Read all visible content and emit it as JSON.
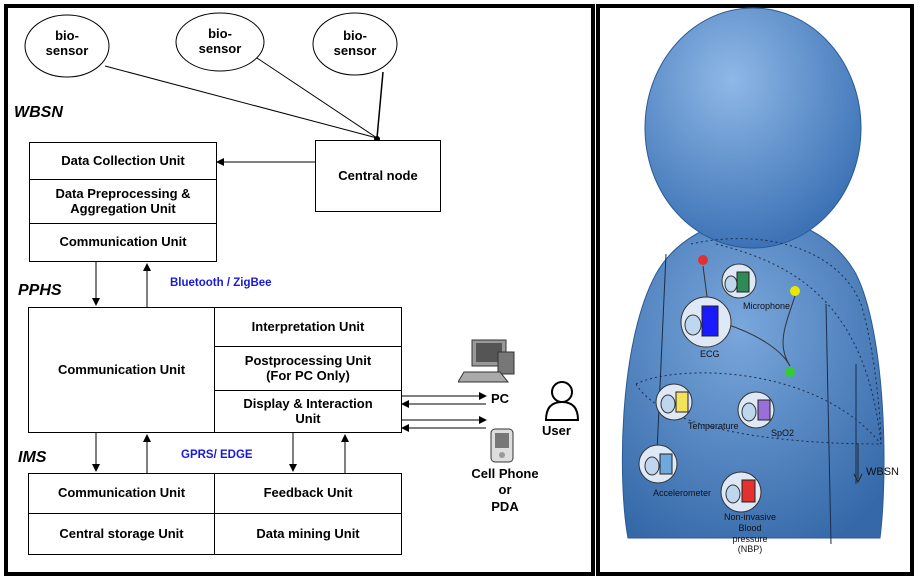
{
  "left": {
    "sensors": [
      "bio-\nsensor",
      "bio-\nsensor",
      "bio-\nsensor"
    ],
    "sections": {
      "wbsn": "WBSN",
      "pphs": "PPHS",
      "ims": "IMS"
    },
    "wbsn_box": [
      "Data Collection Unit",
      "Data Preprocessing &\nAggregation Unit",
      "Communication Unit"
    ],
    "central_node": "Central node",
    "link_bt": "Bluetooth / ZigBee",
    "pphs_comm": "Communication Unit",
    "pphs_units": [
      "Interpretation Unit",
      "Postprocessing Unit\n(For PC Only)",
      "Display & Interaction\nUnit"
    ],
    "link_gprs": "GPRS/ EDGE",
    "ims_cells": [
      "Communication Unit",
      "Feedback Unit",
      "Central storage Unit",
      "Data mining Unit"
    ],
    "devices": {
      "pc": "PC",
      "cell": "Cell Phone\nor\nPDA",
      "user": "User"
    }
  },
  "right": {
    "sensors": [
      "Microphone",
      "ECG",
      "Temperature",
      "SpO2",
      "Accelerometer",
      "Non-invasive\nBlood pressure\n(NBP)"
    ],
    "network_label": "WBSN",
    "colors": {
      "body": "#4f86c6",
      "ecg": "#1a1aff",
      "microphone": "#2e8b57",
      "temperature": "#f2e35b",
      "spo2": "#9b6fd8",
      "accelerometer": "#6fa8dc",
      "nbp": "#e53030",
      "red_node": "#e03030",
      "yellow_node": "#e8e800",
      "green_node": "#33cc33"
    }
  }
}
